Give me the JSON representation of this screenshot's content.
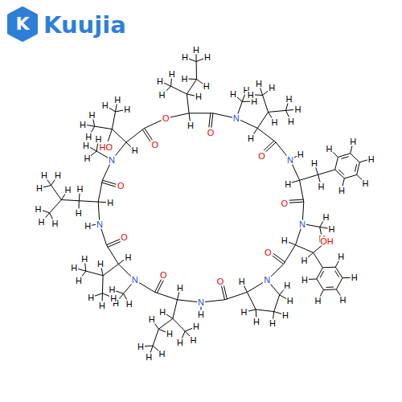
{
  "diagram": {
    "labels": [
      "O",
      "H",
      "H",
      "H",
      "H",
      "H",
      "H",
      "H",
      "H",
      "H",
      "H",
      "O",
      "N",
      "H",
      "H",
      "H",
      "H",
      "H",
      "H",
      "H",
      "H",
      "H",
      "H",
      "H",
      "O",
      "N",
      "H",
      "H",
      "H",
      "H",
      "H",
      "H",
      "H",
      "H",
      "H",
      "O",
      "N",
      "H",
      "H",
      "H",
      "H",
      "H",
      "OH",
      "H",
      "H",
      "H",
      "H",
      "H",
      "O",
      "N",
      "H",
      "H",
      "H",
      "H",
      "H",
      "H",
      "H",
      "O",
      "N",
      "H",
      "H",
      "H",
      "H",
      "H",
      "H",
      "H",
      "H",
      "H",
      "H",
      "H",
      "O",
      "N",
      "H",
      "H",
      "H",
      "H",
      "H",
      "H",
      "H",
      "H",
      "H",
      "H",
      "H",
      "O",
      "N",
      "H",
      "H",
      "H",
      "H",
      "H",
      "H",
      "H",
      "H",
      "H",
      "H",
      "H",
      "O",
      "N",
      "H",
      "H",
      "H",
      "H",
      "HO",
      "H",
      "H",
      "H",
      "H",
      "H",
      "H",
      "O",
      "K",
      "Kuujia"
    ]
  }
}
